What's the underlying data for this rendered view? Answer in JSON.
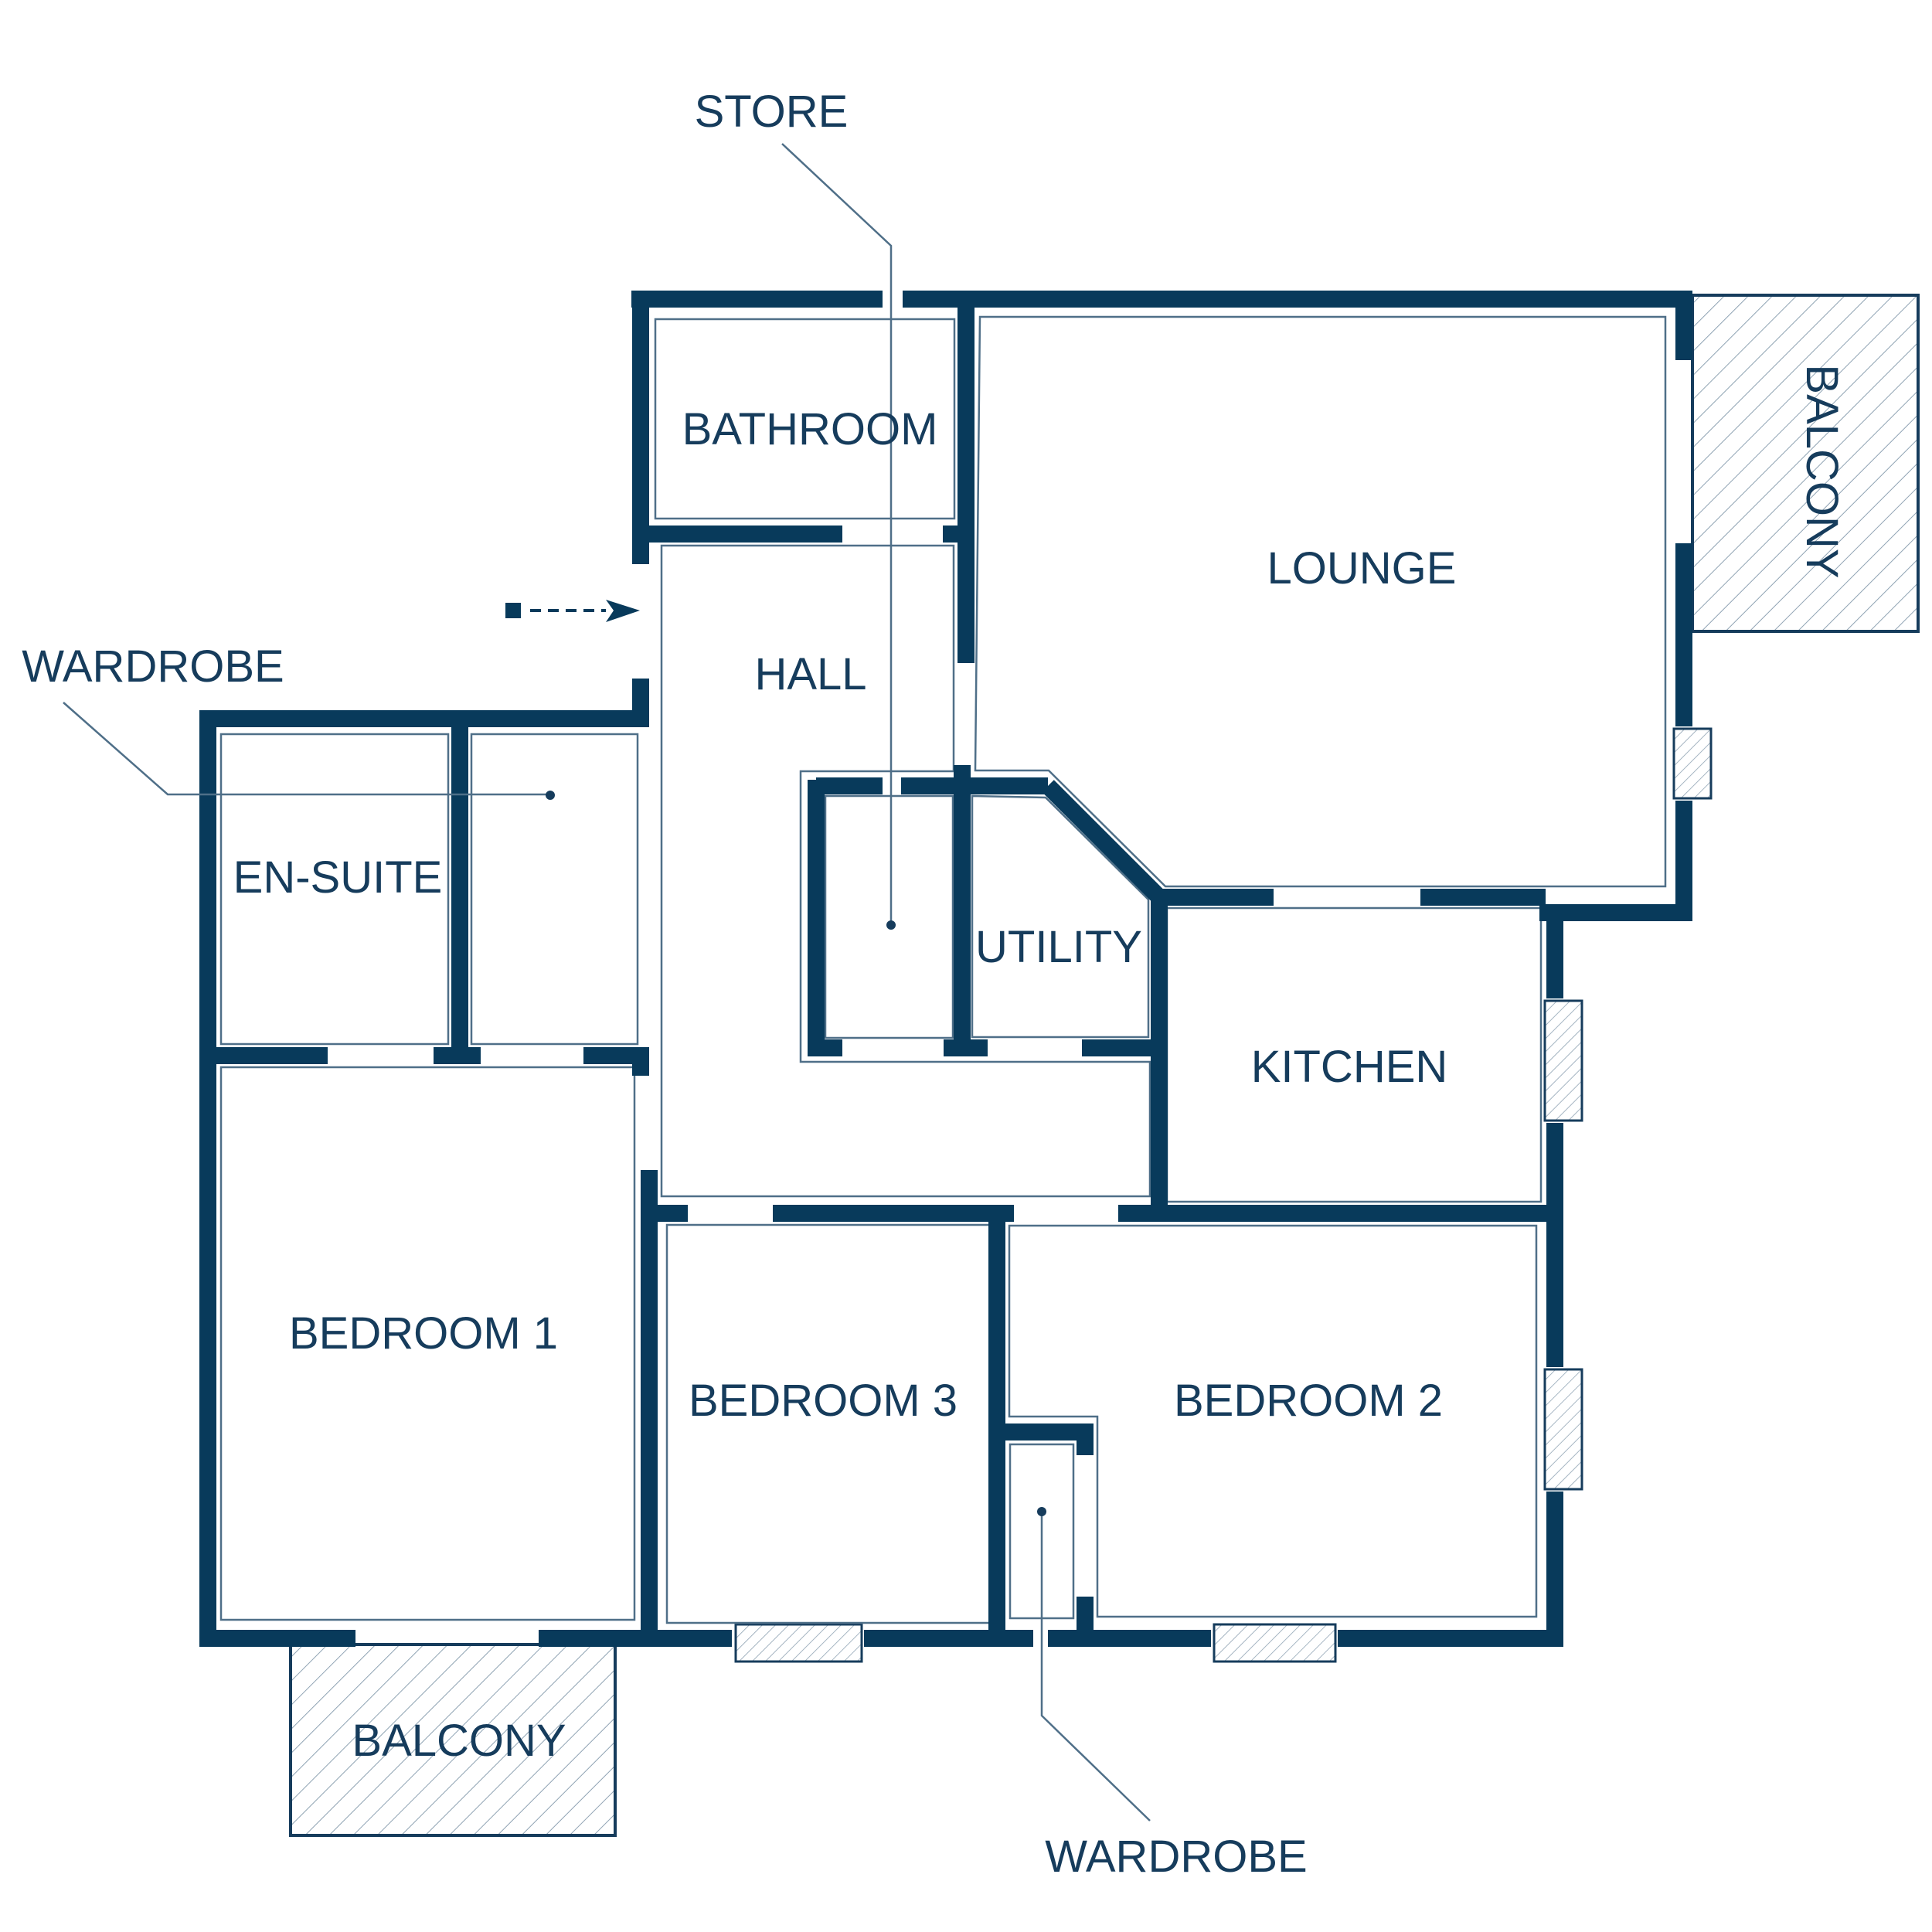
{
  "colors": {
    "wall": "#083a5b",
    "ink": "#163c5c",
    "line": "#4f6f88",
    "background": "#ffffff"
  },
  "rooms": {
    "bathroom": "BATHROOM",
    "lounge": "LOUNGE",
    "hall": "HALL",
    "en_suite": "EN-SUITE",
    "utility": "UTILITY",
    "kitchen": "KITCHEN",
    "bedroom1": "BEDROOM 1",
    "bedroom3": "BEDROOM 3",
    "bedroom2": "BEDROOM 2",
    "balcony_right": "BALCONY",
    "balcony_bottom": "BALCONY"
  },
  "callouts": {
    "store": "STORE",
    "wardrobe_left": "WARDROBE",
    "wardrobe_bottom": "WARDROBE"
  },
  "icons": {
    "entrance": "entrance-arrow-icon"
  }
}
